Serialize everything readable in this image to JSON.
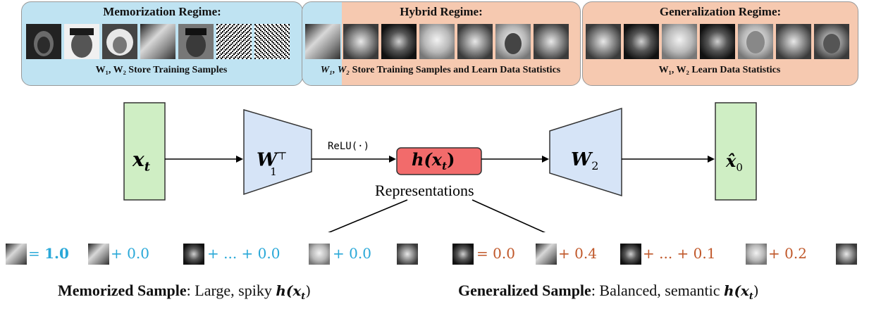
{
  "panels": {
    "memorization": {
      "title": "Memorization Regime:",
      "caption_vars": "W",
      "caption_text": "W₁, W₂ Store Training Samples"
    },
    "hybrid": {
      "title": "Hybrid Regime:",
      "caption_vars": "W₁, W₂",
      "caption_text": "Store Training Samples and Learn Data Statistics"
    },
    "generalization": {
      "title": "Generalization Regime:",
      "caption_text": "W₁, W₂ Learn Data Statistics"
    }
  },
  "diagram": {
    "input_label": "x",
    "input_sub": "t",
    "encoder_label": "W",
    "encoder_sup": "⊤",
    "encoder_sub": "1",
    "activation_label": "ReLU(·)",
    "hidden_label": "h(x",
    "hidden_sub": "t",
    "hidden_close": ")",
    "representations_label": "Representations",
    "decoder_label": "W",
    "decoder_sub": "2",
    "output_label": "x̂",
    "output_sub": "0"
  },
  "equations": {
    "memorized": {
      "eq": "= ",
      "c1": "1.0",
      "plus1": " + 0.0",
      "dots": " + ... + 0.0",
      "plus2": " + 0.0"
    },
    "generalized": {
      "eq": "= 0.0",
      "plus1": " + 0.4",
      "dots": " + ... + 0.1",
      "plus2": " + 0.2"
    }
  },
  "captions": {
    "memorized_bold": "Memorized Sample",
    "memorized_rest": ": Large, spiky ",
    "generalized_bold": "Generalized Sample",
    "generalized_rest": ": Balanced, semantic ",
    "h_label": "h(x",
    "h_sub": "t",
    "h_close": ")"
  },
  "colors": {
    "memorization_bg": "#bfe3f2",
    "hybrid_bg": "#f6c9b0",
    "generalization_bg": "#f6c9b0",
    "input_box": "#cfeec4",
    "trapezoid": "#d6e4f7",
    "hidden_box": "#f26b6b",
    "memorized_coef": "#29a8d8",
    "generalized_coef": "#c0582a"
  }
}
